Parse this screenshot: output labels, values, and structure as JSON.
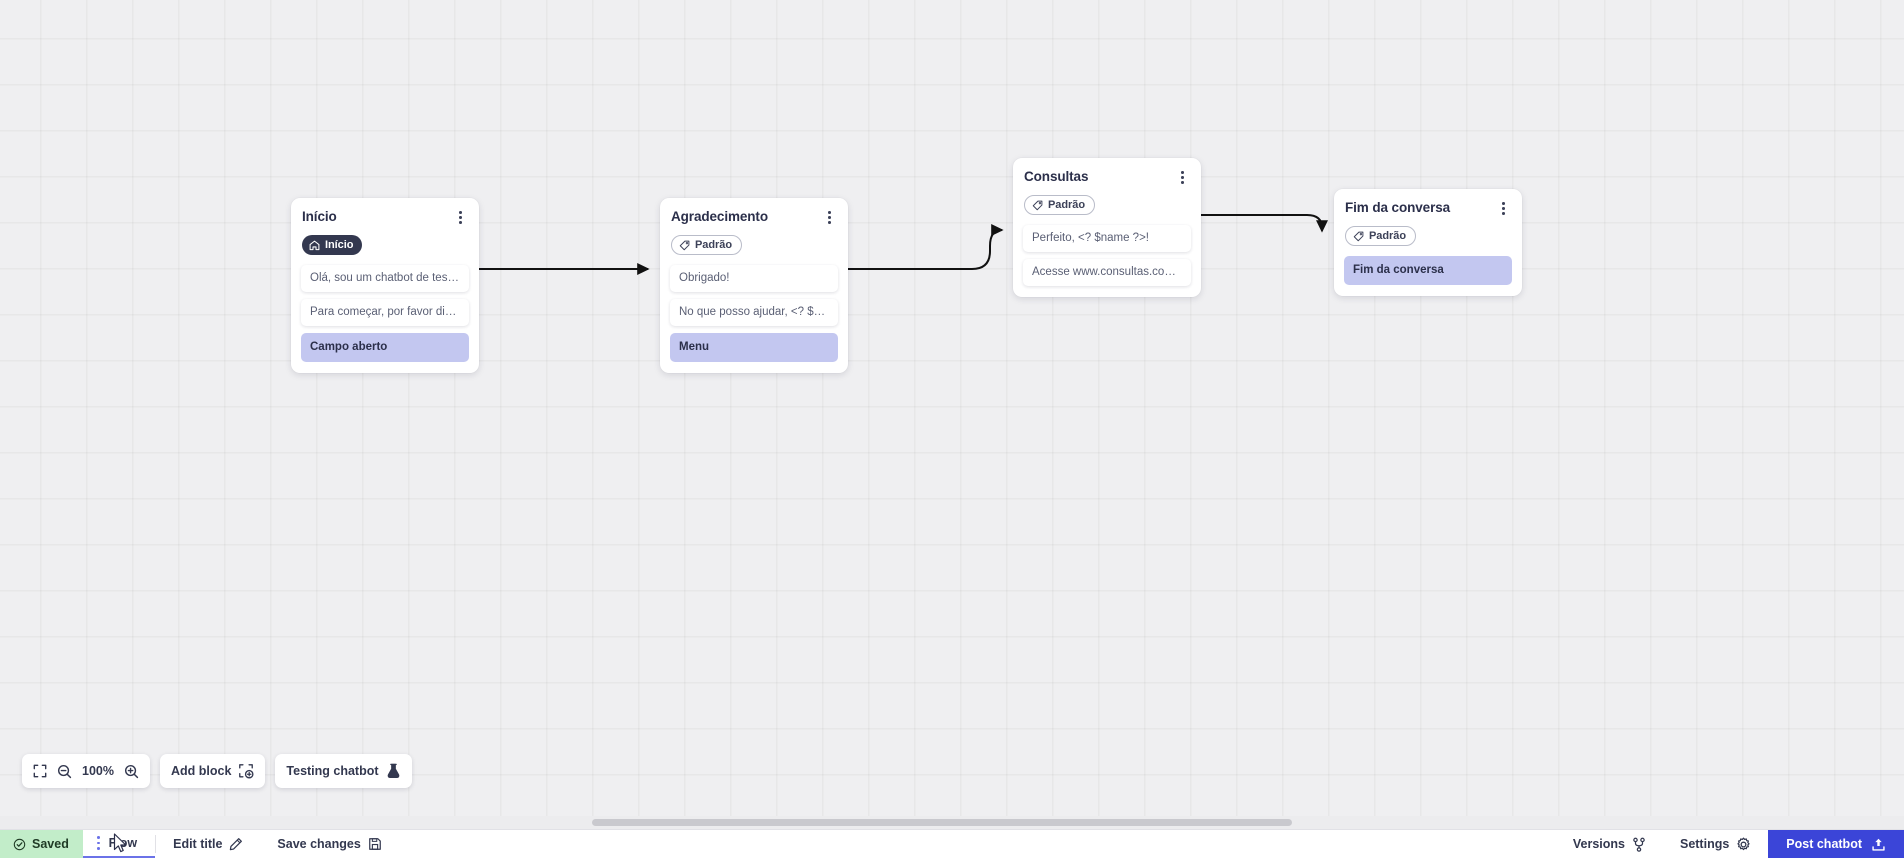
{
  "canvas": {
    "blocks": [
      {
        "id": "inicio",
        "title": "Início",
        "tag": {
          "label": "Início",
          "icon": "home-icon",
          "style": "home"
        },
        "messages": [
          "Olá, sou um chatbot de teste!",
          "Para começar, por favor digite o ..."
        ],
        "action": "Campo aberto"
      },
      {
        "id": "agradecimento",
        "title": "Agradecimento",
        "tag": {
          "label": "Padrão",
          "icon": "tag-icon",
          "style": "padrao"
        },
        "messages": [
          "Obrigado!",
          "No que posso ajudar, <? $name ..."
        ],
        "action": "Menu"
      },
      {
        "id": "consultas",
        "title": "Consultas",
        "tag": {
          "label": "Padrão",
          "icon": "tag-icon",
          "style": "padrao"
        },
        "messages": [
          "Perfeito, <? $name ?>!",
          "Acesse www.consultas.com par..."
        ],
        "action": null
      },
      {
        "id": "fim",
        "title": "Fim da conversa",
        "tag": {
          "label": "Padrão",
          "icon": "tag-icon",
          "style": "padrao"
        },
        "messages": [],
        "action": "Fim da conversa"
      }
    ]
  },
  "toolbar": {
    "fit_icon": "fit-screen-icon",
    "zoom_out_icon": "zoom-out-icon",
    "zoom_level": "100%",
    "zoom_in_icon": "zoom-in-icon",
    "add_block_label": "Add block",
    "add_block_icon": "add-block-icon",
    "testing_label": "Testing chatbot",
    "testing_icon": "flask-icon"
  },
  "bottombar": {
    "saved_label": "Saved",
    "saved_icon": "check-circle-icon",
    "flow_label": "Flow",
    "drag_handle_icon": "drag-handle-icon",
    "edit_title_label": "Edit title",
    "edit_title_icon": "pencil-icon",
    "save_changes_label": "Save changes",
    "save_changes_icon": "floppy-disk-icon",
    "versions_label": "Versions",
    "versions_icon": "branch-icon",
    "settings_label": "Settings",
    "settings_icon": "gear-icon",
    "post_label": "Post chatbot",
    "post_icon": "upload-icon"
  },
  "colors": {
    "canvas_bg": "#efeff1",
    "accent_blue": "#3b45d8",
    "action_chip": "#c3c7f0",
    "saved_green": "#c2edc9",
    "tab_underline": "#6b72e8",
    "dark_navy": "#33384f"
  }
}
